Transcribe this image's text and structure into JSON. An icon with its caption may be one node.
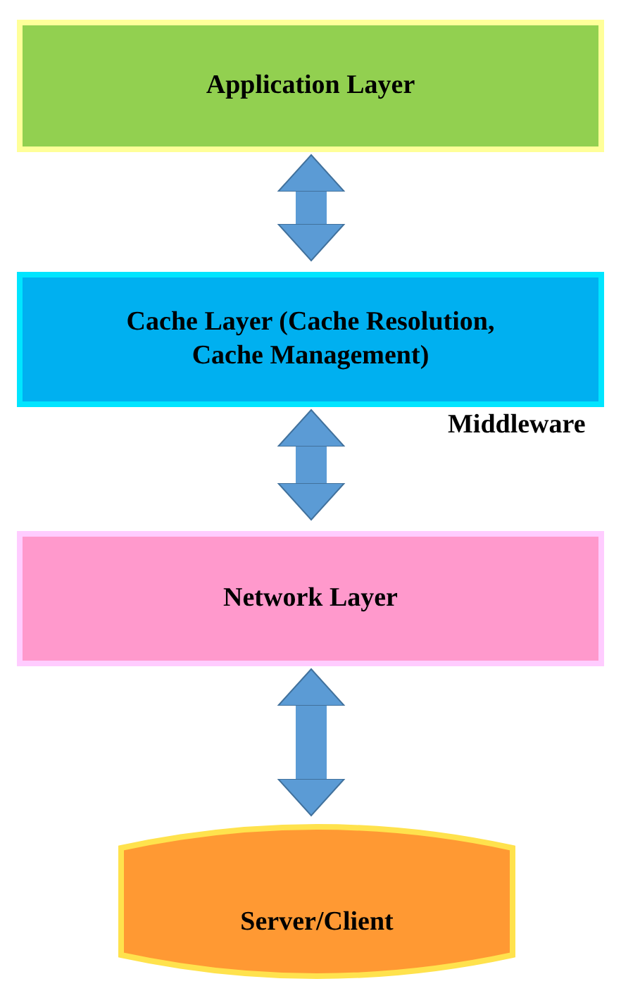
{
  "diagram": {
    "nodes": [
      {
        "text": [
          "Application Layer"
        ]
      },
      {
        "text": [
          "Cache Layer (Cache Resolution, Cache Management)"
        ]
      },
      {
        "text": [
          "Network Layer"
        ]
      },
      {
        "text": [
          "Server/Client"
        ]
      }
    ],
    "edges": [
      {
        "from": 0,
        "to": 1,
        "arrow": "both"
      },
      {
        "from": 1,
        "to": 2,
        "arrow": "both"
      },
      {
        "from": 2,
        "to": 3,
        "arrow": "both"
      }
    ],
    "labels": [
      "Middleware"
    ]
  }
}
